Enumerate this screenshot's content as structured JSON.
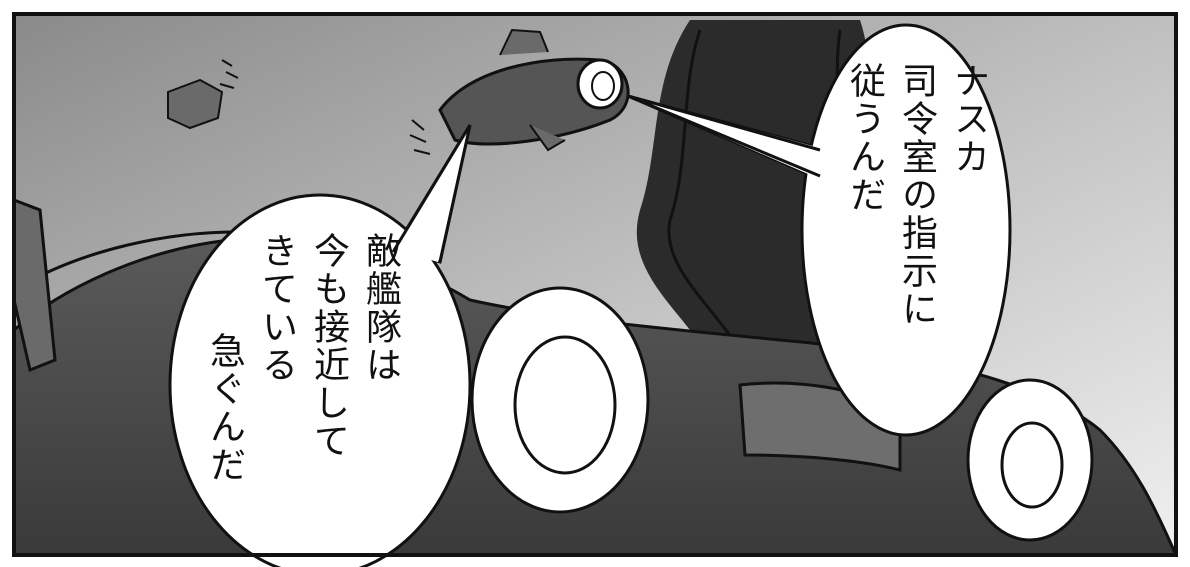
{
  "panel": {
    "bubble_right": {
      "lines": [
        "ナスカ",
        "司令室の指示に",
        "従うんだ"
      ]
    },
    "bubble_left": {
      "lines": [
        "敵艦隊は",
        "今も接近して",
        "きている",
        "急ぐんだ"
      ]
    }
  },
  "colors": {
    "sky_top": "#8f8f8f",
    "sky_bottom": "#ececec",
    "hull_dark": "#4a4a4a",
    "hull_mid": "#8a8a8a",
    "ink": "#111111",
    "bubble": "#ffffff"
  }
}
